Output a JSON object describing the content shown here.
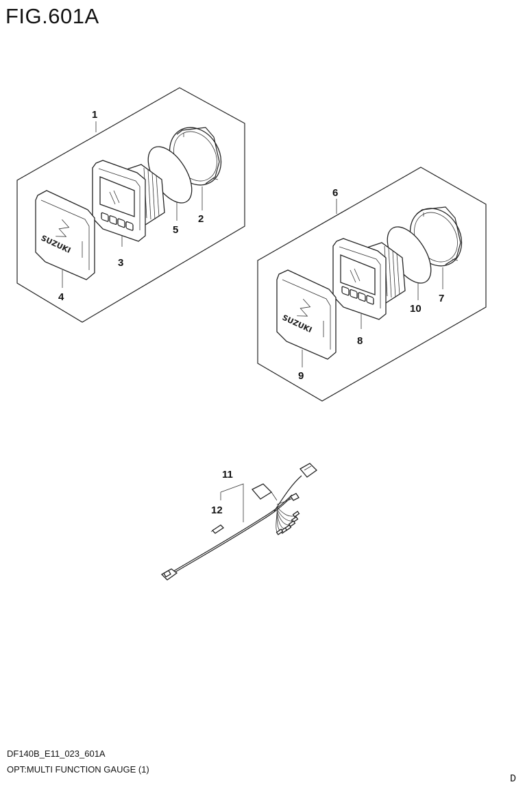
{
  "figure": {
    "title": "FIG.601A"
  },
  "callouts": {
    "c1": "1",
    "c2": "2",
    "c3": "3",
    "c4": "4",
    "c5": "5",
    "c6": "6",
    "c7": "7",
    "c8": "8",
    "c9": "9",
    "c10": "10",
    "c11": "11",
    "c12": "12"
  },
  "cover_logo_text": "SUZUKI",
  "footer": {
    "code": "DF140B_E11_023_601A",
    "description": "OPT:MULTI FUNCTION GAUGE (1)",
    "corner_letter": "D"
  }
}
